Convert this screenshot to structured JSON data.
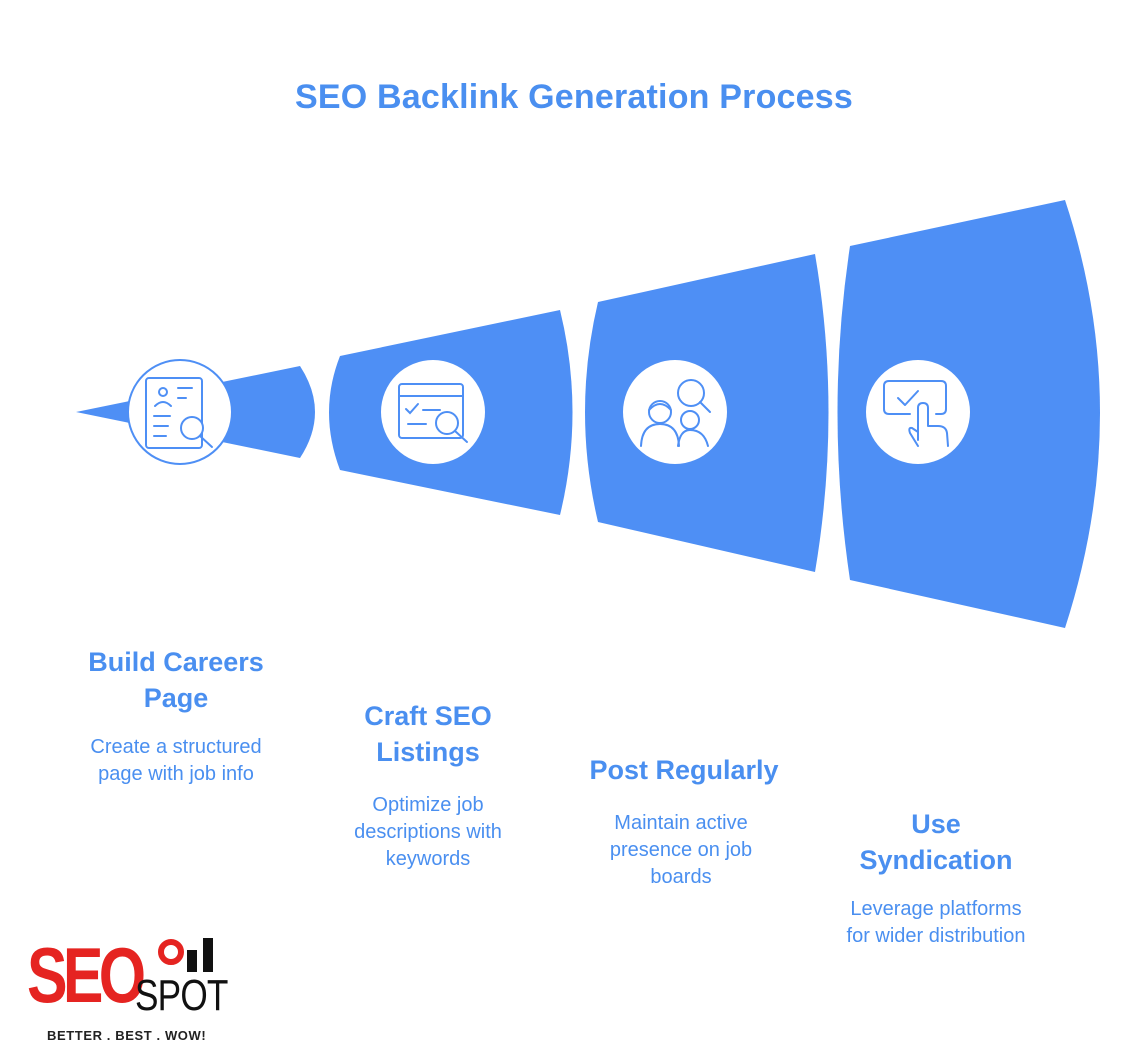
{
  "title": "SEO Backlink Generation Process",
  "colors": {
    "accent": "#4a8ff0",
    "funnel": "#4e8ff5",
    "logo_red": "#e52421"
  },
  "steps": [
    {
      "title_line1": "Build Careers",
      "title_line2": "Page",
      "desc_line1": "Create a structured",
      "desc_line2": "page with job info",
      "desc_line3": "",
      "icon": "careers-page-search-icon"
    },
    {
      "title_line1": "Craft SEO",
      "title_line2": "Listings",
      "desc_line1": "Optimize job",
      "desc_line2": "descriptions with",
      "desc_line3": "keywords",
      "icon": "browser-search-icon"
    },
    {
      "title_line1": "Post Regularly",
      "title_line2": "",
      "desc_line1": "Maintain active",
      "desc_line2": "presence on job",
      "desc_line3": "boards",
      "icon": "people-search-icon"
    },
    {
      "title_line1": "Use",
      "title_line2": "Syndication",
      "desc_line1": "Leverage platforms",
      "desc_line2": "for wider distribution",
      "desc_line3": "",
      "icon": "touch-screen-check-icon"
    }
  ],
  "logo": {
    "brand_part1": "SEO",
    "brand_part2": "SPOT",
    "tagline": "BETTER . BEST . WOW!"
  }
}
